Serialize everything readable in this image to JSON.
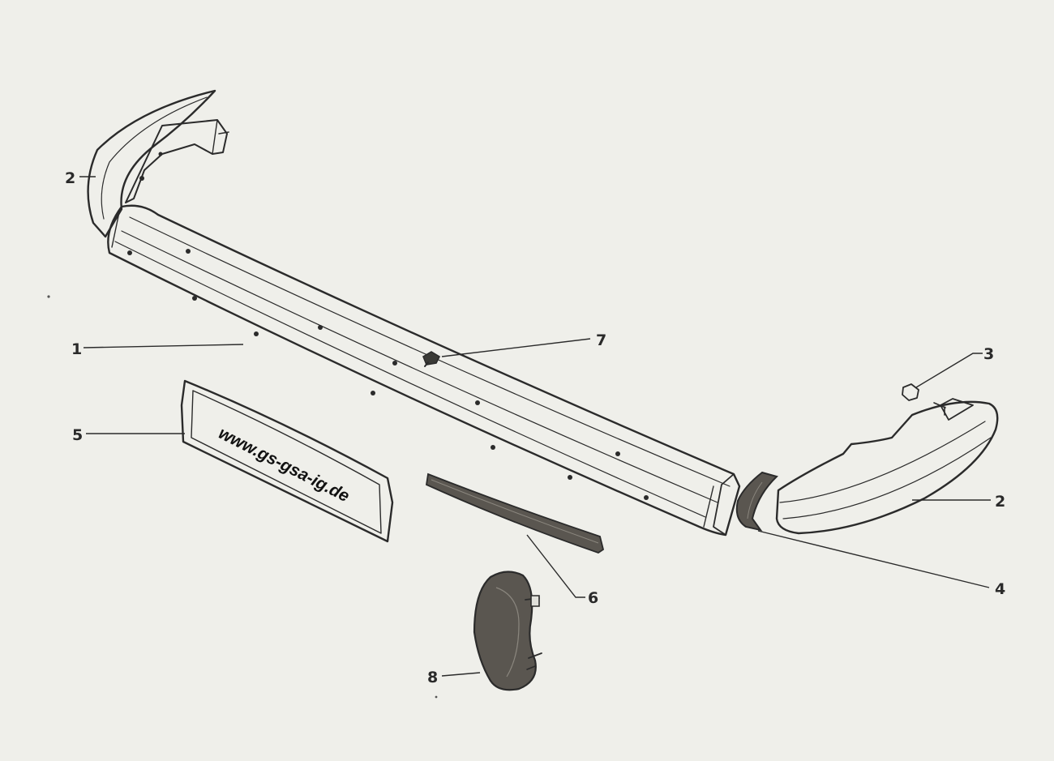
{
  "watermark": "www.gs-gsa-ig.de",
  "callouts": {
    "c1": "1",
    "c2_left": "2",
    "c2_right": "2",
    "c3": "3",
    "c4": "4",
    "c5": "5",
    "c6": "6",
    "c7": "7",
    "c8": "8"
  },
  "colors": {
    "paper": "#efefea",
    "ink": "#2b2b2b",
    "part_fill": "#f4f4ef",
    "rubber": "#5a5650"
  }
}
